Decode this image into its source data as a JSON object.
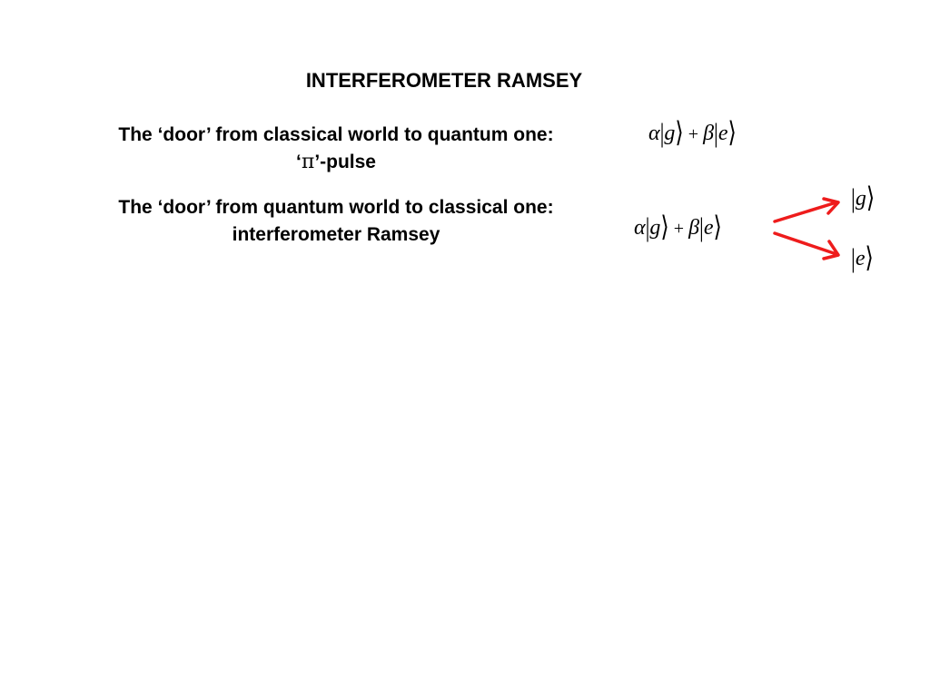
{
  "slide": {
    "title": "INTERFEROMETER RAMSEY",
    "text": {
      "line1": "The ‘door’ from classical world to quantum one:",
      "line2_prefix": "‘",
      "line2_pi": "π",
      "line2_suffix": "’-pulse",
      "line3": "The ‘door’ from quantum world to classical one:",
      "line4": "interferometer Ramsey"
    },
    "math": {
      "alpha": "α",
      "beta": "β",
      "bar": "|",
      "rangle": "⟩",
      "plus": "+",
      "g": "g",
      "e": "e"
    },
    "colors": {
      "arrow": "#ee1c1c",
      "text": "#000000"
    }
  }
}
